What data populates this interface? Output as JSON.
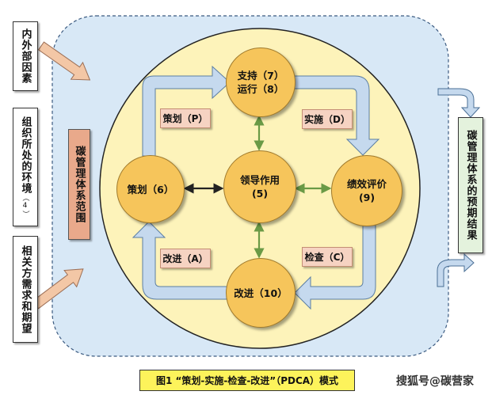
{
  "inputs": {
    "internal_external": "内外部因素",
    "context_main": "组织所处的环境",
    "context_ref": "（4）",
    "needs": "相关方需求和期望"
  },
  "system_label": "碳管理体系范围",
  "output_label": "碳管理体系的预期结果",
  "nodes": {
    "support_line1": "支持（7）",
    "support_line2": "运行（8）",
    "leadership_line1": "领导作用",
    "leadership_line2": "(5)",
    "plan": "策划（6）",
    "evaluation_line1": "绩效评价",
    "evaluation_line2": "(9)",
    "improvement": "改进（10）"
  },
  "phases": {
    "plan": "策划（P）",
    "do": "实施（D）",
    "act": "改进（A）",
    "check": "检查（C）"
  },
  "caption": "图1 “策划-实施-检查-改进”（PDCA）模式",
  "watermark": "搜狐号@碳营家",
  "colors": {
    "outer_panel": "#d8e8f6",
    "circle_node": "#f6c55b",
    "main_circle_fill": "#fdf3ba",
    "cycle_arrow": "#c5d9ee",
    "phase_tag": "#f6d3c2",
    "output_box": "#e4f2dd",
    "system_box": "#e9a98b",
    "caption_box": "#fdf35b",
    "input_arrow": "#f3c7a6"
  }
}
